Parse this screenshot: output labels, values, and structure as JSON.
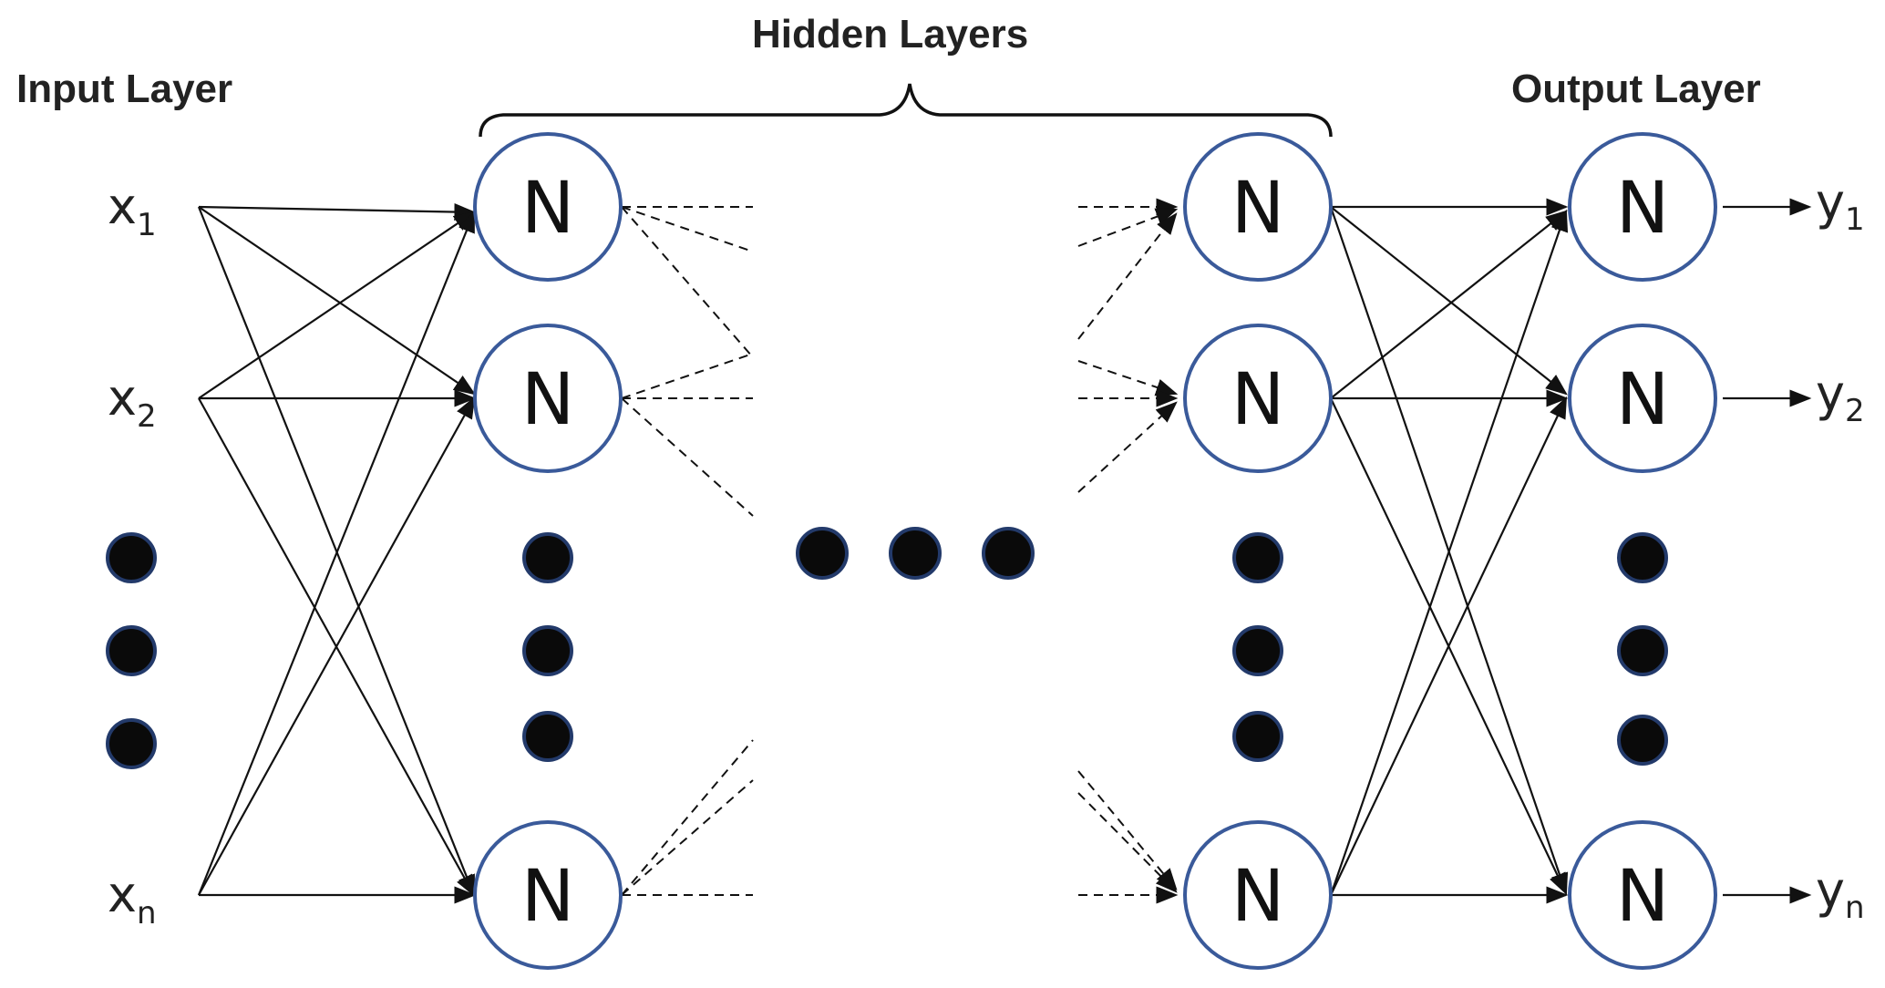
{
  "labels": {
    "input_layer": "Input Layer",
    "hidden_layers": "Hidden Layers",
    "output_layer": "Output Layer"
  },
  "inputs": [
    {
      "base": "x",
      "sub": "1"
    },
    {
      "base": "x",
      "sub": "2"
    },
    {
      "base": "x",
      "sub": "n"
    }
  ],
  "outputs": [
    {
      "base": "y",
      "sub": "1"
    },
    {
      "base": "y",
      "sub": "2"
    },
    {
      "base": "y",
      "sub": "n"
    }
  ],
  "node_label": "N",
  "colors": {
    "node_stroke": "#3a5a9a",
    "dot_fill": "#0a0a0a",
    "edge": "#111111"
  }
}
